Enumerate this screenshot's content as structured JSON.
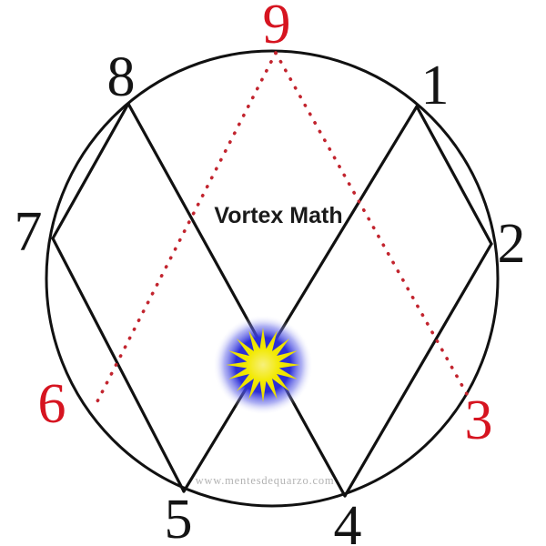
{
  "title": "Vortex Math",
  "watermark": "www.mentesdequarzo.com",
  "colors": {
    "line_black": "#111111",
    "number_black": "#141414",
    "number_red": "#d61420",
    "dotted_red": "#c2242e",
    "star_yellow": "#f2e900",
    "star_yellow_light": "#f7f07c",
    "star_yellow_deep": "#e9dd00",
    "glow_blue": "#2c2fd6",
    "title_black": "#1a1a1a",
    "watermark_gray": "#b3b3b3",
    "background": "#ffffff"
  },
  "numbers": [
    {
      "label": "1",
      "color": "black"
    },
    {
      "label": "2",
      "color": "black"
    },
    {
      "label": "3",
      "color": "red"
    },
    {
      "label": "4",
      "color": "black"
    },
    {
      "label": "5",
      "color": "black"
    },
    {
      "label": "6",
      "color": "red"
    },
    {
      "label": "7",
      "color": "black"
    },
    {
      "label": "8",
      "color": "black"
    },
    {
      "label": "9",
      "color": "red"
    }
  ],
  "doubling_sequence": [
    "1",
    "2",
    "4",
    "8",
    "7",
    "5",
    "1"
  ],
  "dotted_connections": [
    [
      "9",
      "6"
    ],
    [
      "9",
      "3"
    ]
  ]
}
